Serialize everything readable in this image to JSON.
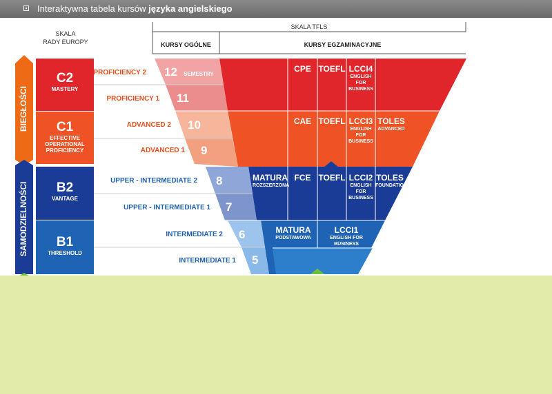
{
  "title": {
    "prefix": "Interaktywna tabela kursów",
    "bold": "języka angielskiego"
  },
  "colors": {
    "red": "#e0262a",
    "orange": "#ef5224",
    "blue_dark": "#1a3c96",
    "blue_mid": "#1f64b4",
    "blue_light": "#2d7fcc",
    "green_panel": "#e2eca8",
    "label_orange": "#e84e1b",
    "label_blue": "#1f5fb0"
  },
  "headers": {
    "skala_rady": "SKALA\nRADY EUROPY",
    "skala_tfls": "SKALA TFLS",
    "kursy_ogolne": "KURSY OGÓLNE",
    "kursy_egzaminacyjne": "KURSY EGZAMINACYJNE"
  },
  "groups": {
    "bieglosci": "BIEGŁOŚCI",
    "samodzielnosci": "SAMODZIELNOŚCI"
  },
  "levels": [
    {
      "code": "C2",
      "name": "MASTERY"
    },
    {
      "code": "C1",
      "name": "EFFECTIVE\nOPERATIONAL\nPROFICIENCY"
    },
    {
      "code": "B2",
      "name": "VANTAGE"
    },
    {
      "code": "B1",
      "name": "THRESHOLD"
    }
  ],
  "rows": [
    {
      "label": "PROFICIENCY 2",
      "num": "12"
    },
    {
      "label": "PROFICIENCY 1",
      "num": "11"
    },
    {
      "label": "ADVANCED 2",
      "num": "10"
    },
    {
      "label": "ADVANCED 1",
      "num": "9"
    },
    {
      "label": "UPPER - INTERMEDIATE 2",
      "num": "8"
    },
    {
      "label": "UPPER - INTERMEDIATE 1",
      "num": "7"
    },
    {
      "label": "INTERMEDIATE 2",
      "num": "6"
    },
    {
      "label": "INTERMEDIATE 1",
      "num": "5"
    }
  ],
  "semestry": "SEMESTRY",
  "exams": {
    "c2": [
      {
        "main": "CPE",
        "sub": ""
      },
      {
        "main": "TOEFL",
        "sub": ""
      },
      {
        "main": "LCCI4",
        "sub": "ENGLISH\nFOR\nBUSINESS"
      }
    ],
    "c1": [
      {
        "main": "CAE",
        "sub": ""
      },
      {
        "main": "TOEFL",
        "sub": ""
      },
      {
        "main": "LCCI3",
        "sub": "ENGLISH\nFOR\nBUSINESS"
      },
      {
        "main": "TOLES",
        "sub": "ADVANCED"
      }
    ],
    "b2": [
      {
        "main": "MATURA",
        "sub": "ROZSZERZONA"
      },
      {
        "main": "FCE",
        "sub": ""
      },
      {
        "main": "TOEFL",
        "sub": ""
      },
      {
        "main": "LCCI2",
        "sub": "ENGLISH\nFOR\nBUSINESS"
      },
      {
        "main": "TOLES",
        "sub": "FOUNDATION"
      }
    ],
    "b1": [
      {
        "main": "MATURA",
        "sub": "PODSTAWOWA"
      },
      {
        "main": "LCCI1",
        "sub": "ENGLISH FOR BUSINESS"
      }
    ]
  }
}
